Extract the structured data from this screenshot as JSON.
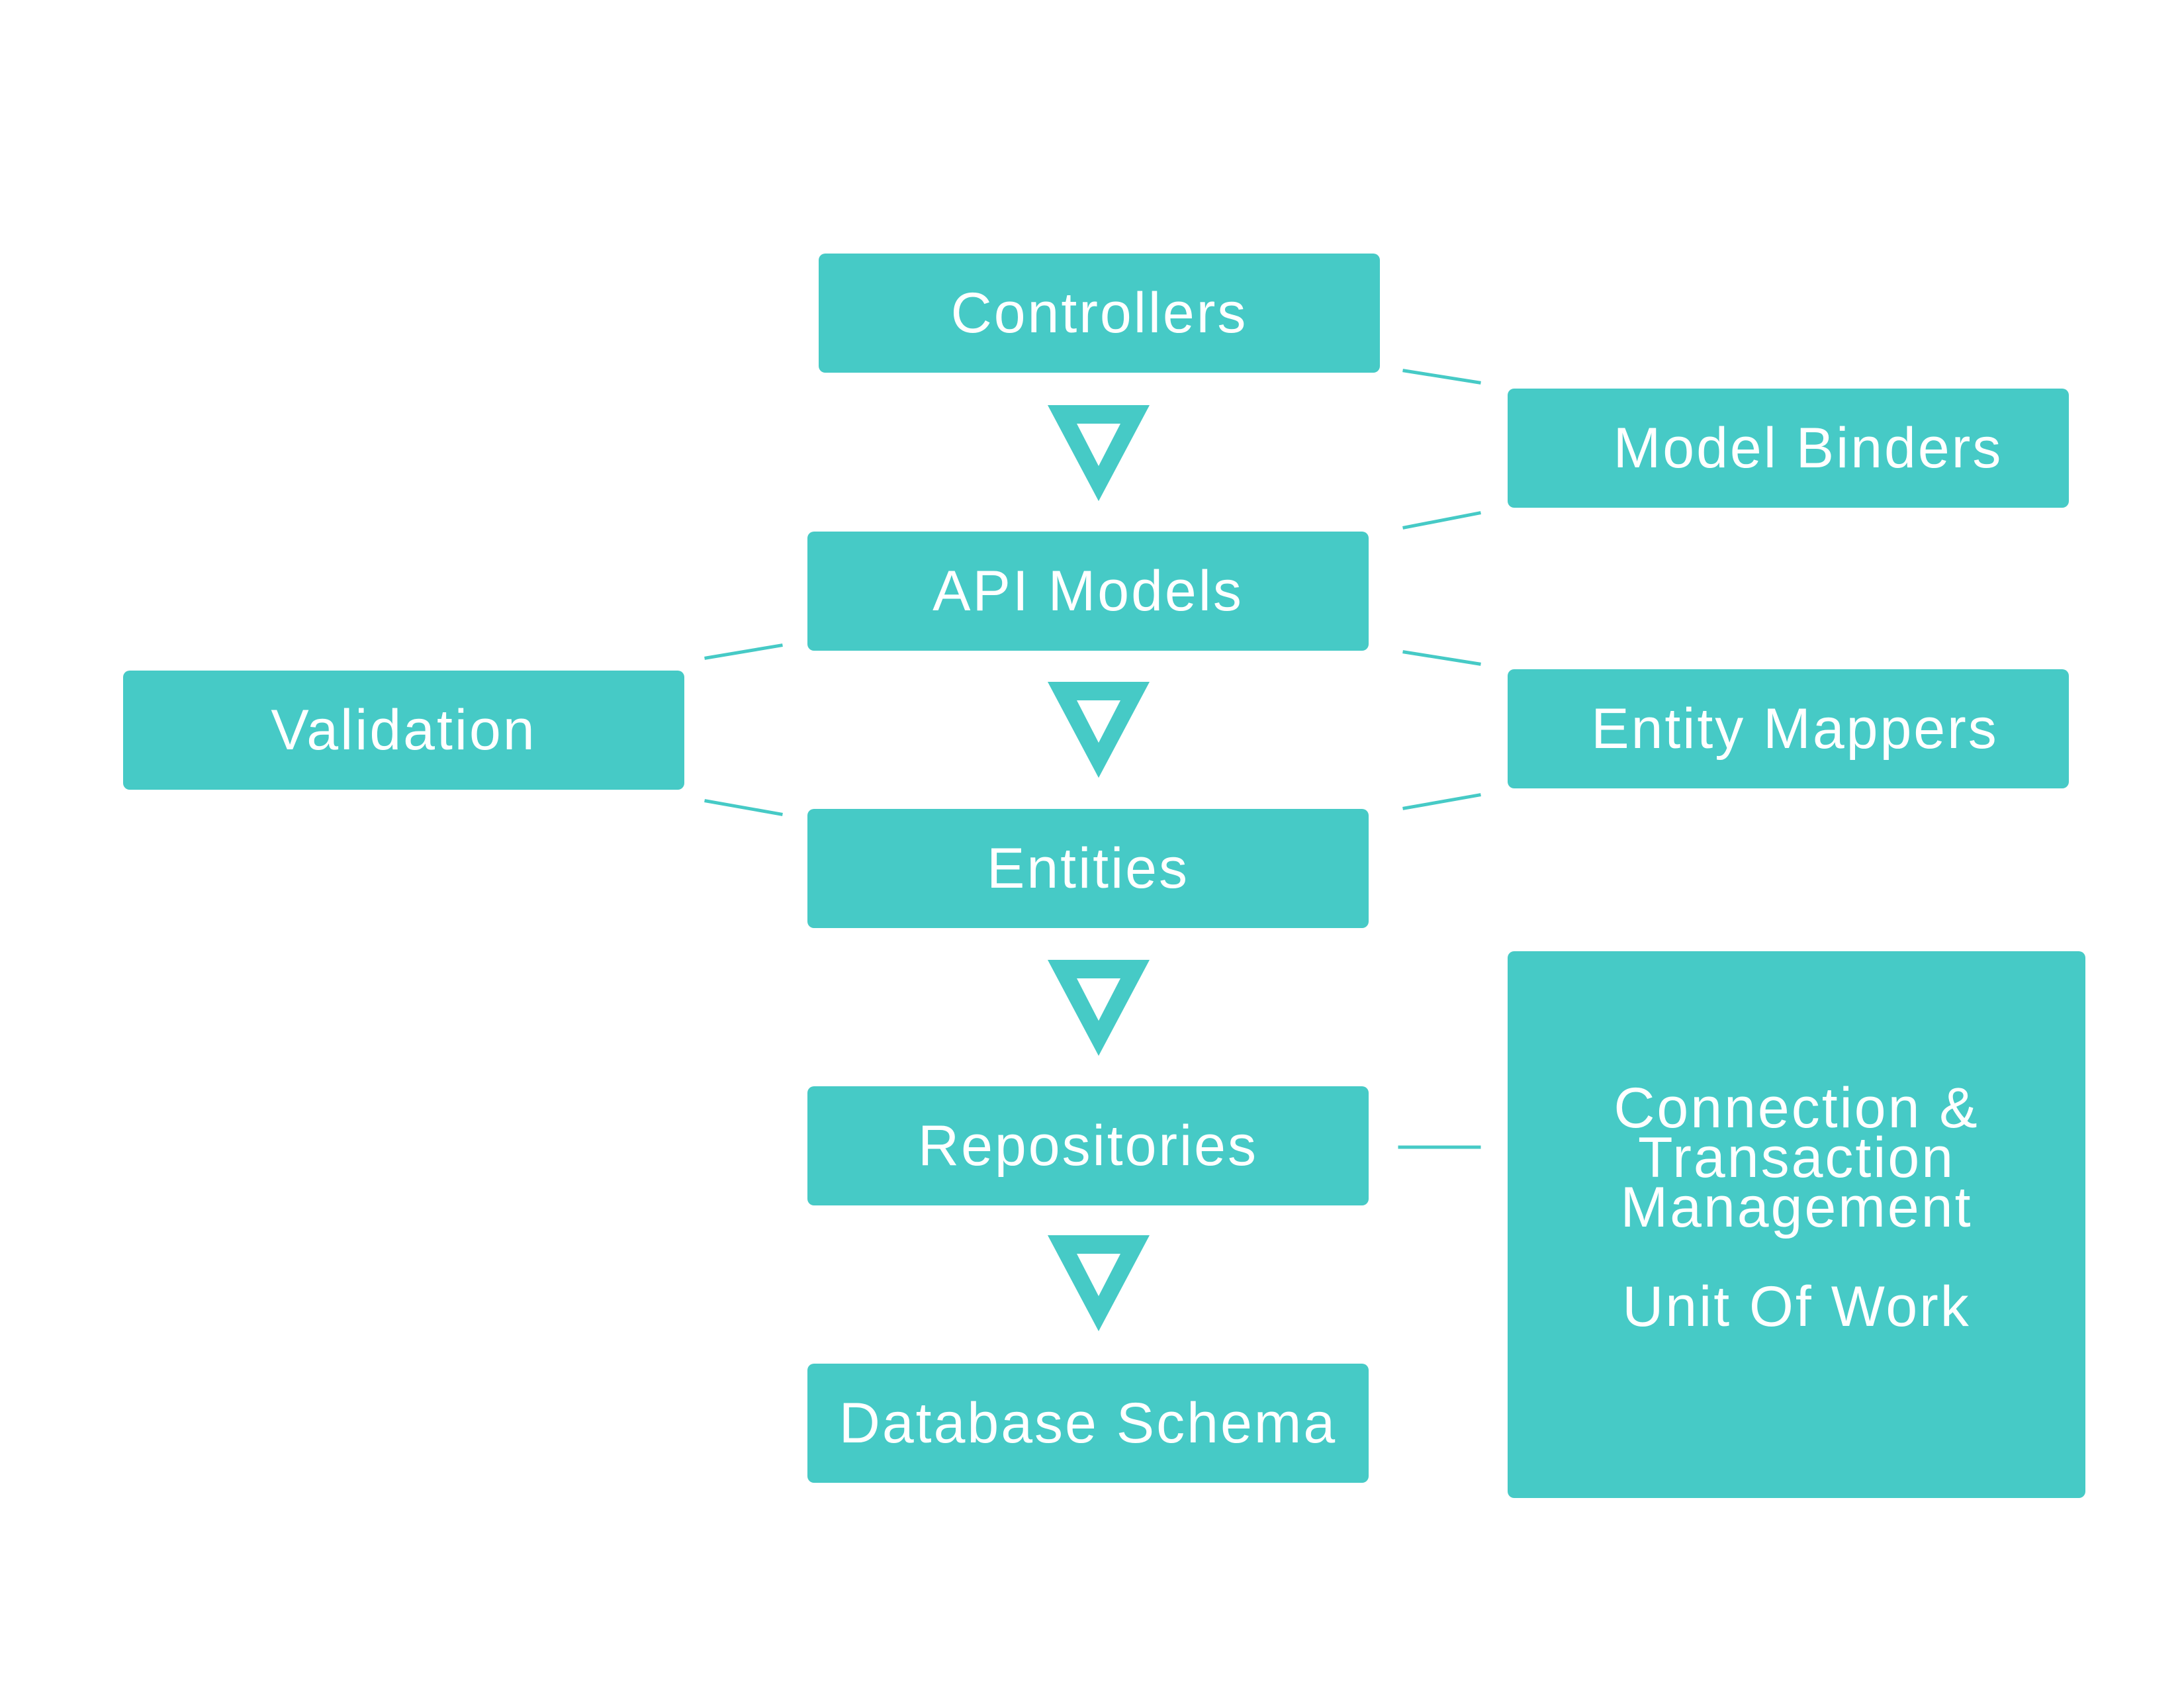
{
  "colors": {
    "box_fill": "#46cac6",
    "box_text": "#ffffff",
    "connector": "#46cac6",
    "background": "#ffffff"
  },
  "main_flow": {
    "controllers": "Controllers",
    "api_models": "API Models",
    "entities": "Entities",
    "repositories": "Repositories",
    "database_schema": "Database Schema"
  },
  "side_boxes": {
    "model_binders": "Model Binders",
    "validation": "Validation",
    "entity_mappers": "Entity Mappers",
    "connection_management": "Connection &\nTransaction\nManagement",
    "unit_of_work": "Unit Of Work"
  },
  "icons": {
    "flow_arrow": "chevron-down-outline-icon"
  }
}
